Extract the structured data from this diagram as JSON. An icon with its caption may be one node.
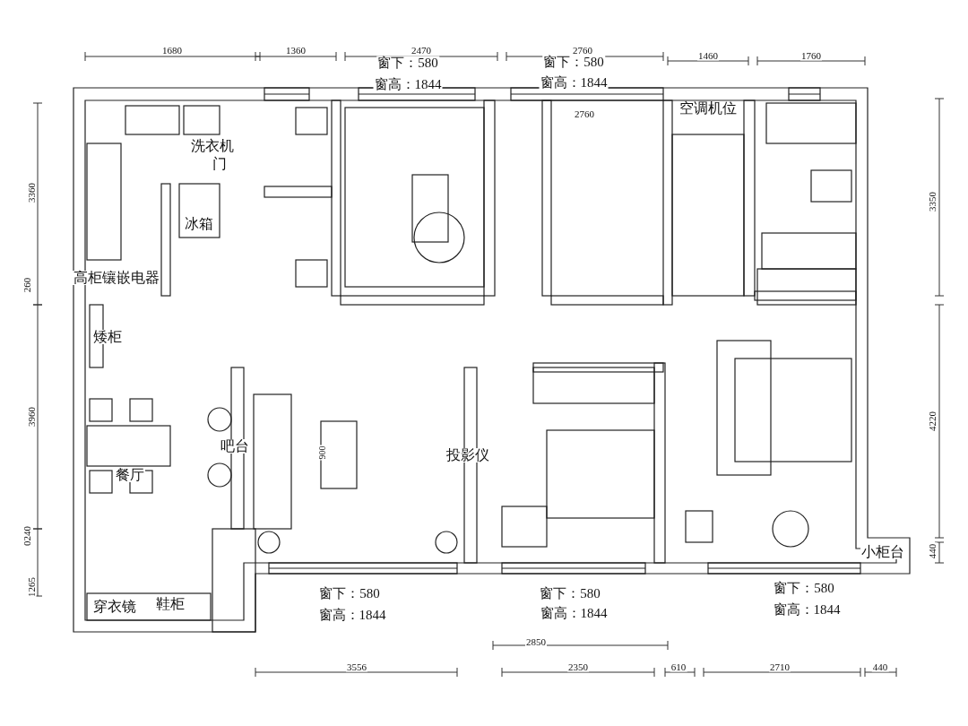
{
  "diagram": {
    "labels": [
      "1680",
      "1360",
      "2470",
      "2760",
      "1460",
      "1760",
      "窗下：580",
      "窗高：1844",
      "窗下：580",
      "窗高：1844",
      "2760",
      "空调机位",
      "洗衣机",
      "门",
      "冰箱",
      "高柜镶嵌电器",
      "矮柜",
      "吧台",
      "900",
      "投影仪",
      "餐厅",
      "小柜台",
      "穿衣镜",
      "鞋柜",
      "窗下：580",
      "窗高：1844",
      "窗下：580",
      "窗高：1844",
      "窗下：580",
      "窗高：1844",
      "2850",
      "3556",
      "2350",
      "610",
      "2710",
      "440",
      "3360",
      "260",
      "3960",
      "0240",
      "1265",
      "3350",
      "4220",
      "440"
    ]
  }
}
